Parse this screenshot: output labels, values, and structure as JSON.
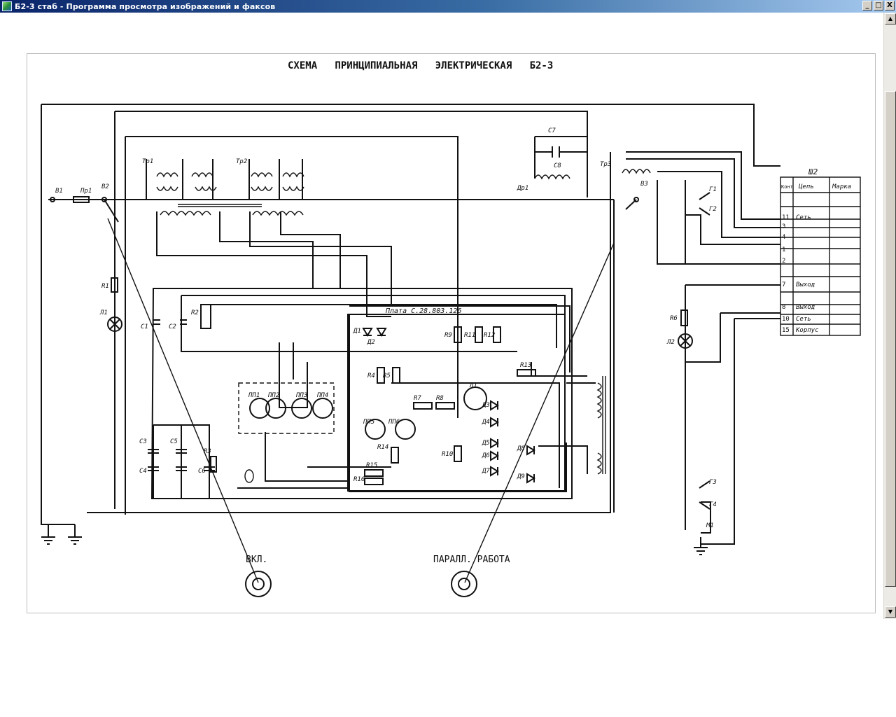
{
  "window": {
    "title": "Б2-3 стаб - Программа просмотра изображений и факсов",
    "buttons": {
      "minimize": "_",
      "maximize": "□",
      "close": "X"
    }
  },
  "scrollbar": {
    "up": "▲",
    "down": "▼"
  },
  "schematic": {
    "title": "СХЕМА   ПРИНЦИПИАЛЬНАЯ   ЭЛЕКТРИЧЕСКАЯ   Б2-3",
    "switch_on_label": "ВКЛ.",
    "parallel_label": "ПАРАЛЛ. РАБОТА",
    "board_label": "Плата С.28.803.126",
    "connector": {
      "name": "Ш2",
      "header_contact": "Конт",
      "header_circuit": "Цепь",
      "header_mark": "Марка",
      "rows": [
        {
          "contact": "11",
          "circuit": "Сеть"
        },
        {
          "contact": "3",
          "circuit": ""
        },
        {
          "contact": "4",
          "circuit": ""
        },
        {
          "contact": "1",
          "circuit": ""
        },
        {
          "contact": "2",
          "circuit": ""
        },
        {
          "contact": "7",
          "circuit": "Выход"
        },
        {
          "contact": "8",
          "circuit": "Выход"
        },
        {
          "contact": "10",
          "circuit": "Сеть"
        },
        {
          "contact": "15",
          "circuit": "Корпус"
        }
      ]
    },
    "components": {
      "b1": "В1",
      "pr1": "Пр1",
      "v2": "В2",
      "r1": "R1",
      "l1": "Л1",
      "c1": "С1",
      "c2": "С2",
      "tr1": "Тр1",
      "tr2": "Тр2",
      "tr3": "Тр3",
      "c7": "С7",
      "c8": "С8",
      "dr1": "Др1",
      "v3": "В3",
      "g1": "Г1",
      "g2": "Г2",
      "g3": "Г3",
      "g4": "Г4",
      "r6": "R6",
      "l2": "Л2",
      "m1": "М1",
      "c3": "С3",
      "c4": "С4",
      "c5": "С5",
      "c6": "С6",
      "r3": "R3",
      "pp1": "ПП1",
      "pp2": "ПП2",
      "pp3": "ПП3",
      "pp4": "ПП4",
      "pp5": "ПП5",
      "pp6": "ПП6",
      "l3": "Л1",
      "d1": "Д1",
      "d2": "Д2",
      "d3": "Д3",
      "d4": "Д4",
      "d5": "Д5",
      "d6": "Д6",
      "d7": "Д7",
      "d8": "Д8",
      "d9": "Д9",
      "r4": "R4",
      "r5": "R5",
      "r7": "R7",
      "r8": "R8",
      "r9": "R9",
      "r10": "R10",
      "r11": "R11",
      "r12": "R12",
      "r13": "R13",
      "r14": "R14",
      "r15": "R15",
      "r16": "R16",
      "r2": "R2"
    }
  }
}
